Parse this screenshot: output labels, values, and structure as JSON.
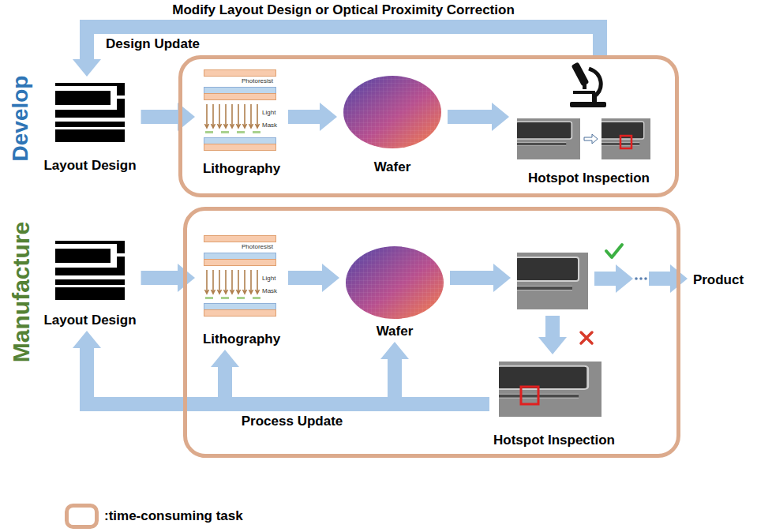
{
  "diagram": {
    "nodes": [
      {
        "text": [
          "Layout Design"
        ]
      },
      {
        "text": []
      },
      {
        "text": [
          "Lithography"
        ],
        "in": 1
      },
      {
        "text": [
          "Wafer"
        ],
        "in": 1
      },
      {
        "text": [
          "Hotspot Inspection"
        ],
        "in": 1
      },
      {
        "text": [
          "Layout Design"
        ]
      },
      {
        "text": []
      },
      {
        "text": [
          "Lithography"
        ],
        "in": 6
      },
      {
        "text": [
          "Wafer"
        ],
        "in": 6
      },
      {
        "text": [],
        "in": 6
      },
      {
        "text": [
          "Hotspot Inspection"
        ],
        "in": 6
      },
      {
        "text": [
          "Product"
        ]
      }
    ],
    "edges": [
      {
        "from": 0,
        "to": 2,
        "arrow": "to"
      },
      {
        "from": 2,
        "to": 3,
        "arrow": "to"
      },
      {
        "from": 3,
        "to": 4,
        "arrow": "to"
      },
      {
        "from": 4,
        "to": 0,
        "label": "Modify Layout Design or Optical Proximity Correction",
        "arrow": "to"
      },
      {
        "from": 5,
        "to": 7,
        "arrow": "to"
      },
      {
        "from": 7,
        "to": 8,
        "arrow": "to"
      },
      {
        "from": 8,
        "to": 9,
        "arrow": "to"
      },
      {
        "from": 9,
        "to": 11,
        "arrow": "to"
      },
      {
        "from": 9,
        "to": 10,
        "arrow": "to"
      },
      {
        "from": 10,
        "to": 5,
        "label": "Process Update",
        "arrow": "to"
      },
      {
        "from": 10,
        "to": 7,
        "arrow": "to"
      },
      {
        "from": 10,
        "to": 8,
        "arrow": "to"
      }
    ],
    "labels": [
      "Design Update",
      "Develop",
      "Manufacture",
      "Photoresist",
      "Light",
      "Mask",
      "Photoresist",
      "Light",
      "Mask"
    ],
    "legend": [
      {
        "text": ":time-consuming task"
      }
    ]
  }
}
